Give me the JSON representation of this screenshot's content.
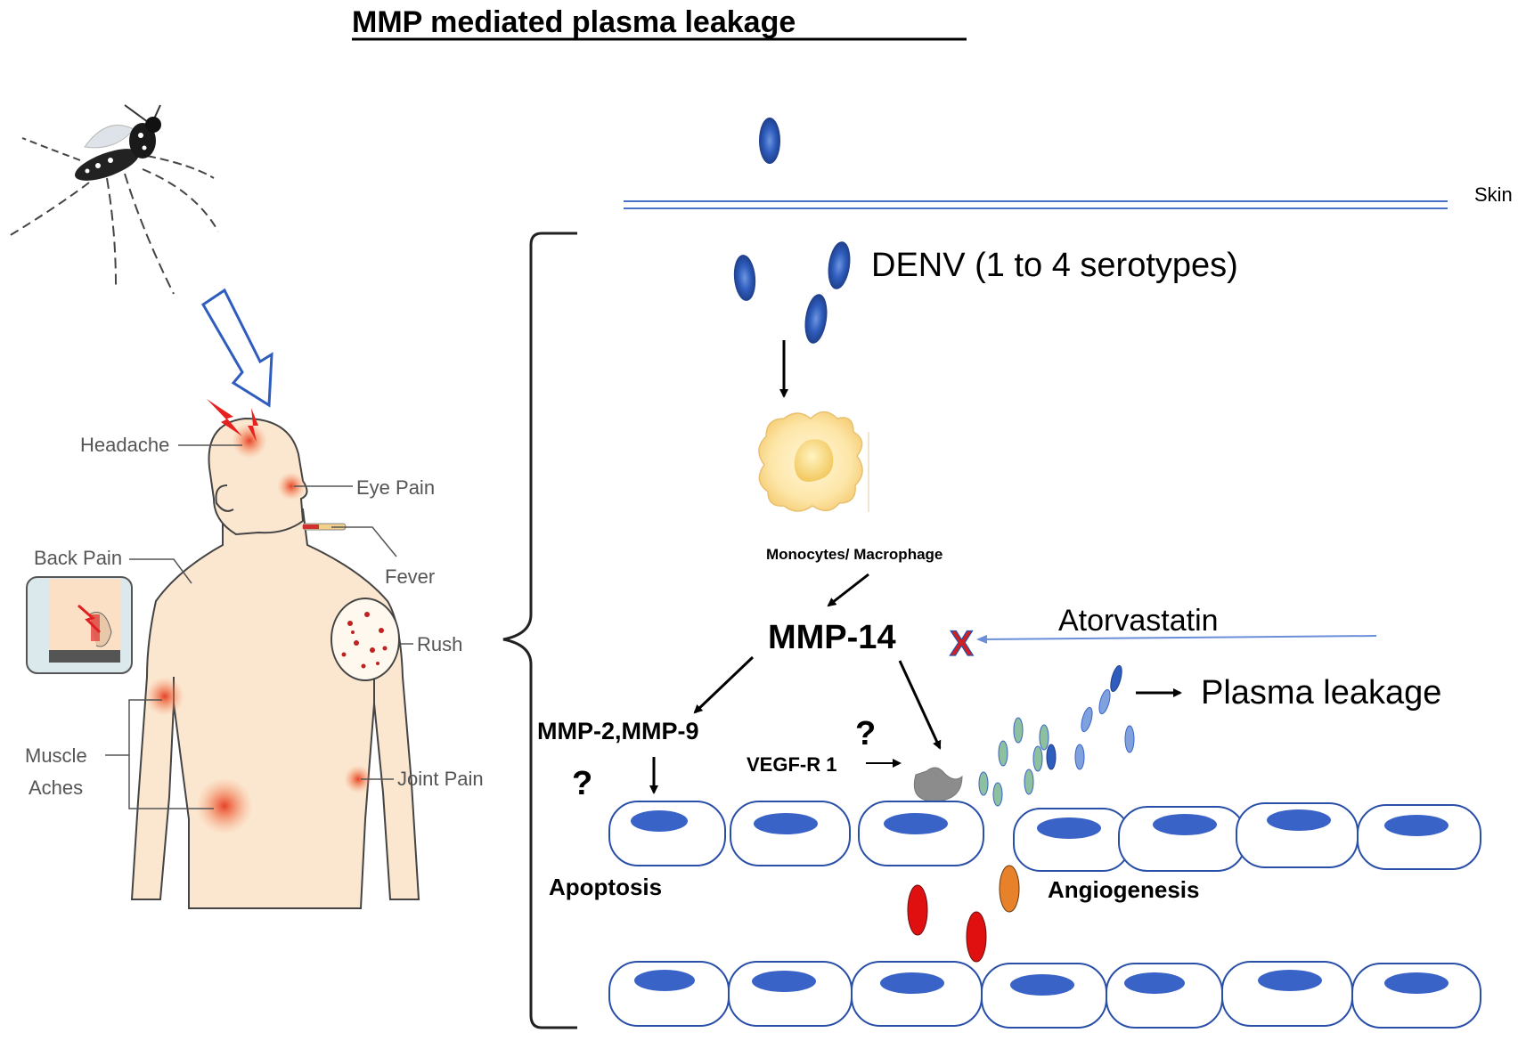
{
  "title": "MMP mediated plasma leakage",
  "body_labels": {
    "headache": "Headache",
    "eye_pain": "Eye Pain",
    "back_pain": "Back Pain",
    "fever": "Fever",
    "rush": "Rush",
    "muscle_aches_line1": "Muscle",
    "muscle_aches_line2": "Aches",
    "joint_pain": "Joint Pain"
  },
  "pathway": {
    "skin": "Skin",
    "denv": "DENV (1 to 4 serotypes)",
    "monocytes": "Monocytes/ Macrophage",
    "mmp14": "MMP-14",
    "atorvastatin": "Atorvastatin",
    "plasma_leakage": "Plasma leakage",
    "mmp2_9": "MMP-2,MMP-9",
    "vegfr1": "VEGF-R 1",
    "question_mark": "?",
    "apoptosis": "Apoptosis",
    "angiogenesis": "Angiogenesis",
    "block_mark": "X"
  },
  "colors": {
    "virus_blue": "#2a55b0",
    "cell_nucleus": "#3a63c8",
    "cell_outline": "#2a4fa8",
    "skin_line": "#4a72c8",
    "skin_tone": "#fbe7cf",
    "red_cell": "#e01010",
    "orange_cell": "#e8822a",
    "block_red": "#d02020",
    "arrow_black": "#000000",
    "atorvastatin_arrow": "#6a8fd8"
  }
}
